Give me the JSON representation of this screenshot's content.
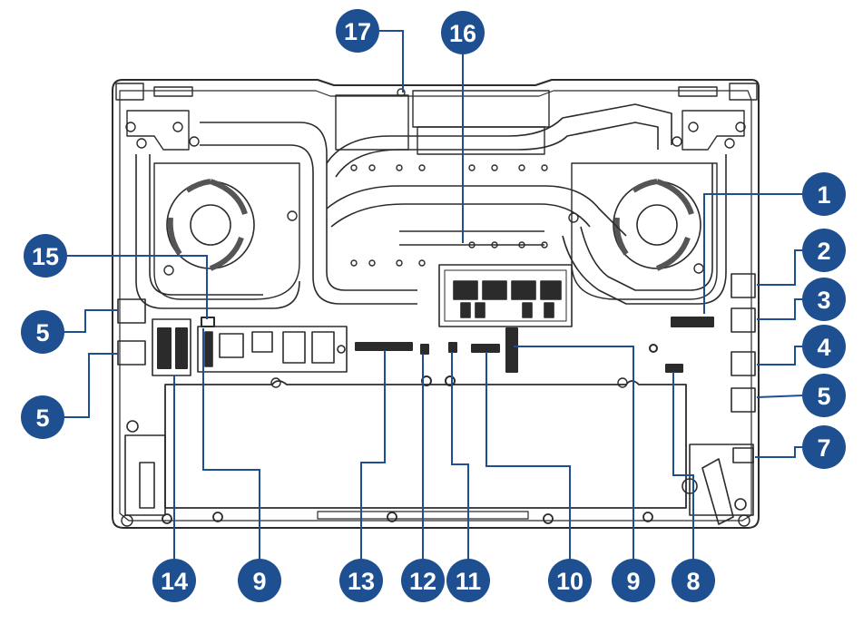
{
  "colors": {
    "callout": "#1d4f91",
    "line": "#2b2b2b",
    "leader": "#1d4f91",
    "board": "#ffffff"
  },
  "callouts": [
    {
      "id": "c1",
      "label": "1"
    },
    {
      "id": "c2",
      "label": "2"
    },
    {
      "id": "c3",
      "label": "3"
    },
    {
      "id": "c4",
      "label": "4"
    },
    {
      "id": "c5r",
      "label": "5"
    },
    {
      "id": "c7",
      "label": "7"
    },
    {
      "id": "c5a",
      "label": "5"
    },
    {
      "id": "c5b",
      "label": "5"
    },
    {
      "id": "c15",
      "label": "15"
    },
    {
      "id": "c17",
      "label": "17"
    },
    {
      "id": "c16",
      "label": "16"
    },
    {
      "id": "c14",
      "label": "14"
    },
    {
      "id": "c9a",
      "label": "9"
    },
    {
      "id": "c13",
      "label": "13"
    },
    {
      "id": "c12",
      "label": "12"
    },
    {
      "id": "c11",
      "label": "11"
    },
    {
      "id": "c10",
      "label": "10"
    },
    {
      "id": "c9b",
      "label": "9"
    },
    {
      "id": "c8",
      "label": "8"
    }
  ]
}
